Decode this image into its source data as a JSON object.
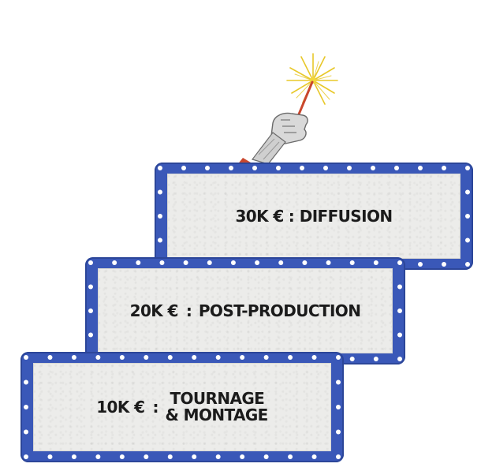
{
  "boards": [
    {
      "id": "top",
      "amount": "30K €",
      "separator": ":",
      "title": "DIFFUSION"
    },
    {
      "id": "middle",
      "amount": "20K €",
      "separator": ":",
      "title": "POST-PRODUCTION"
    },
    {
      "id": "bottom",
      "amount": "10K €",
      "separator": ":",
      "title_line1": "TOURNAGE",
      "title_line2": "& MONTAGE"
    }
  ],
  "colors": {
    "frame": "#3a58b8",
    "panel": "#ececea",
    "bulb": "#ffffff",
    "text": "#1b1b1b",
    "sparkle": "#e8c82a",
    "stick": "#c9472e"
  },
  "icons": {
    "hand": "hand-with-sparkler-icon",
    "bulbs": "marquee-bulb-icon"
  }
}
